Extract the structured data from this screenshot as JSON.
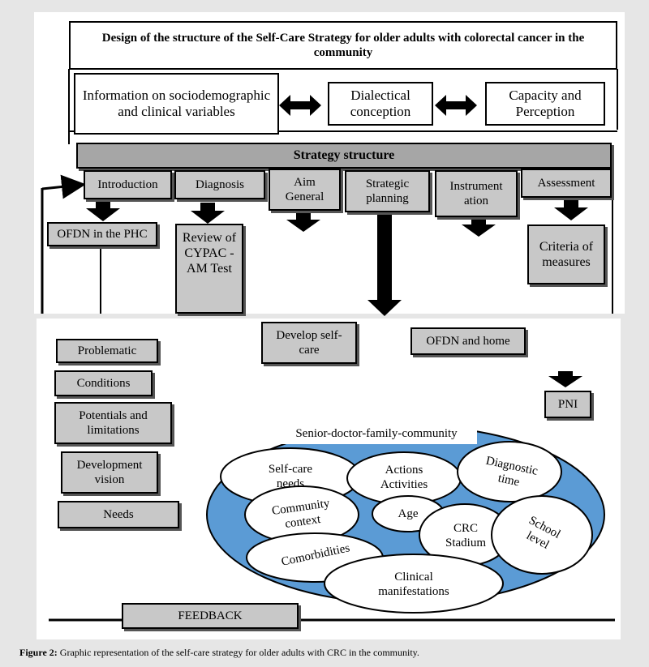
{
  "header": {
    "title": "Design of the structure of the Self-Care Strategy for older adults with colorectal cancer in the community"
  },
  "inputs": {
    "info": "Information on sociodemographic and clinical variables",
    "dialectical": "Dialectical conception",
    "capacity": "Capacity and Perception"
  },
  "structure": {
    "title": "Strategy structure"
  },
  "stages": {
    "introduction": "Introduction",
    "diagnosis": "Diagnosis",
    "aim": "Aim General",
    "planning": "Strategic planning",
    "instrumentation": "Instrument ation",
    "assessment": "Assessment"
  },
  "outputs": {
    "ofdn_phc": "OFDN in the PHC",
    "review": "Review of CYPAC -AM Test",
    "criteria": "Criteria of measures",
    "develop": "Develop self-care",
    "ofdn_home": "OFDN and home",
    "pni": "PNI"
  },
  "left_list": {
    "problematic": "Problematic",
    "conditions": "Conditions",
    "potentials": "Potentials and limitations",
    "vision": "Development vision",
    "needs": "Needs"
  },
  "ellipse": {
    "title": "Senior-doctor-family-community",
    "self_care_needs": "Self-care needs",
    "actions": "Actions Activities",
    "diagnostic_time": "Diagnostic time",
    "community_context": "Community context",
    "age": "Age",
    "crc_stadium": "CRC Stadium",
    "school_level": "School level",
    "comorbidities": "Comorbidities",
    "clinical": "Clinical manifestations"
  },
  "feedback": "FEEDBACK",
  "caption": {
    "label": "Figure 2:",
    "text": " Graphic representation of the self-care strategy for older adults with CRC in the community."
  },
  "colors": {
    "ellipse_fill": "#5b9bd5",
    "box_grey": "#c8c8c8"
  }
}
